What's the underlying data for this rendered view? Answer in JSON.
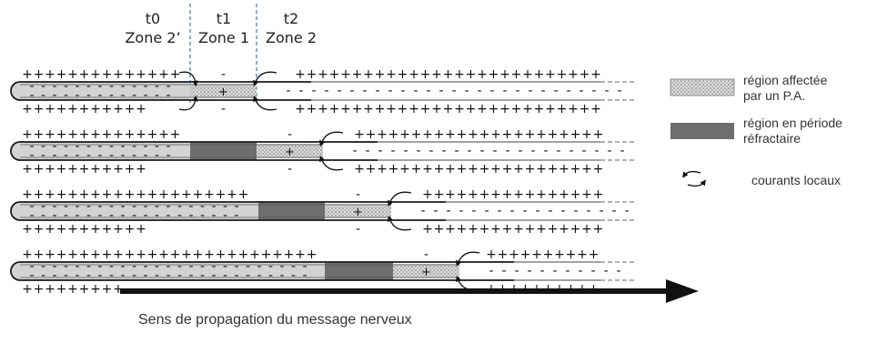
{
  "zones": [
    {
      "time": "t0",
      "label": "Zone 2’"
    },
    {
      "time": "t1",
      "label": "Zone 1"
    },
    {
      "time": "t2",
      "label": "Zone 2"
    }
  ],
  "legend": {
    "affected": {
      "line1": "région affectée",
      "line2": "par un P.A."
    },
    "refractory": {
      "line1": "région en période",
      "line2": "réfractaire"
    },
    "currents": {
      "label": "courants locaux"
    }
  },
  "signs": {
    "plus": "+",
    "minus": "-"
  },
  "caption": "Sens de propagation du message nerveux",
  "colors": {
    "resting_fill": "#d3d3d3",
    "refractory_fill": "#6e6e6e",
    "affected_fill": "#d9d9d9",
    "membrane": "#1a1a1a",
    "divider": "#5a7ea8"
  }
}
